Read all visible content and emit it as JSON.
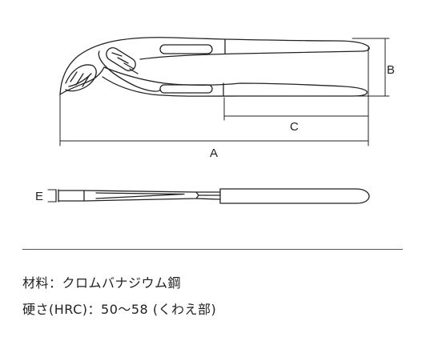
{
  "dimensions": {
    "a": "A",
    "b": "B",
    "c": "C",
    "e": "E"
  },
  "specs": {
    "material": "材料：クロムバナジウム鋼",
    "hardness": "硬さ(HRC)：50～58 (くわえ部)"
  },
  "colors": {
    "line": "#222222",
    "background": "#ffffff"
  }
}
